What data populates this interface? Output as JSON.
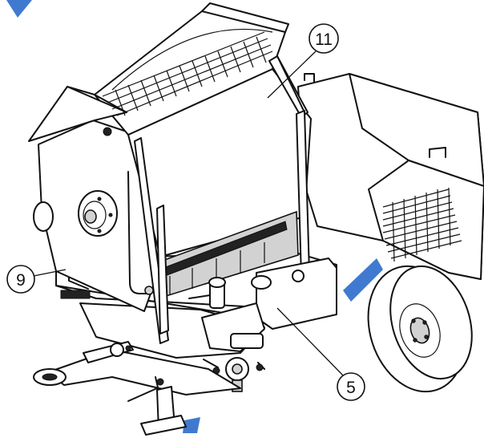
{
  "callouts": [
    {
      "id": "callout-11",
      "label": "11"
    },
    {
      "id": "callout-9",
      "label": "9"
    },
    {
      "id": "callout-5",
      "label": "5"
    }
  ],
  "colors": {
    "line": "#111111",
    "panel": "#d2d2d2",
    "watermark": "#1e63c8"
  }
}
